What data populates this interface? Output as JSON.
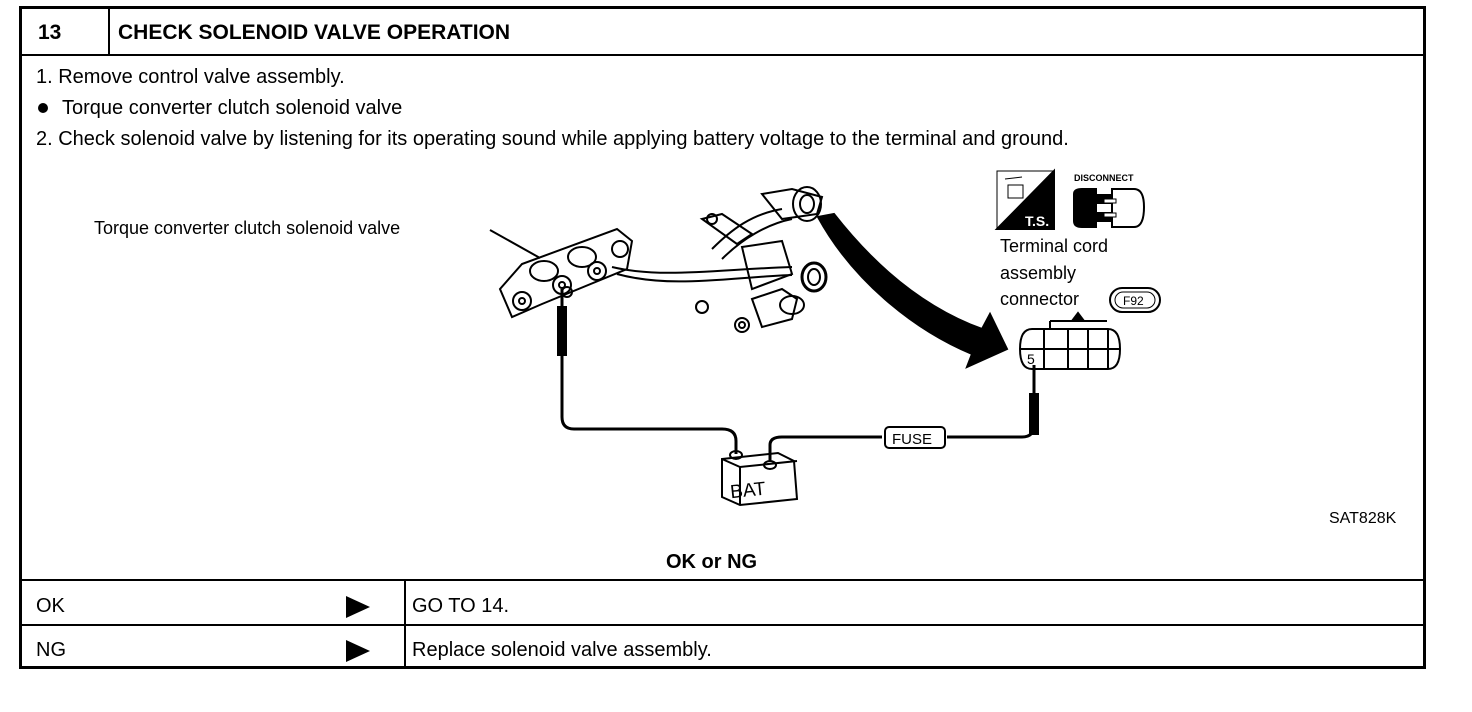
{
  "header": {
    "number": "13",
    "title": "CHECK SOLENOID VALVE OPERATION"
  },
  "steps": {
    "step1": "1.  Remove control valve assembly.",
    "bullet": "Torque converter clutch solenoid valve",
    "step2": "2.  Check solenoid valve by listening for its operating sound while applying battery voltage to the terminal and ground."
  },
  "diagram": {
    "valve_label": "Torque converter clutch solenoid valve",
    "ts_label": "T.S.",
    "disconnect_label": "DISCONNECT",
    "connector_label_line1": "Terminal cord",
    "connector_label_line2": "assembly",
    "connector_label_line3": "connector",
    "connector_id": "F92",
    "terminal_number": "5",
    "fuse_label": "FUSE",
    "battery_label": "BAT",
    "figure_code": "SAT828K"
  },
  "result_question": "OK or NG",
  "results": [
    {
      "condition": "OK",
      "action": "GO TO 14."
    },
    {
      "condition": "NG",
      "action": "Replace solenoid valve assembly."
    }
  ]
}
